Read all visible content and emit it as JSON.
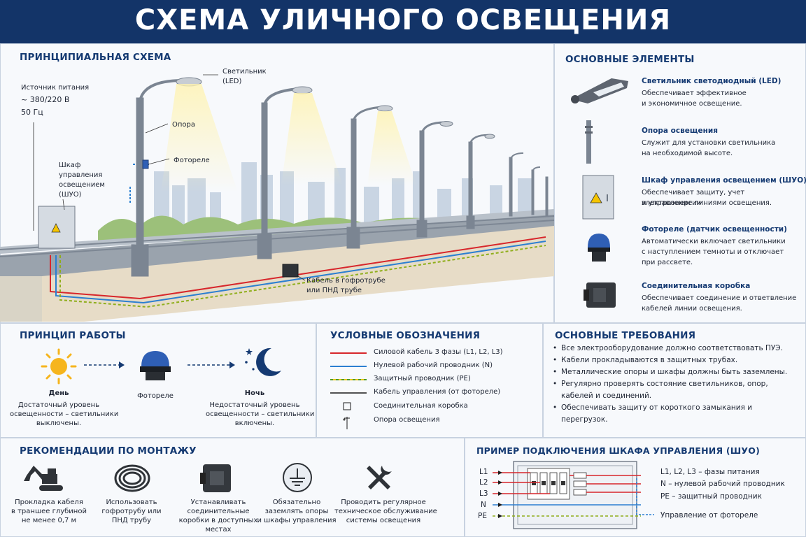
{
  "header": {
    "title": "СХЕМА УЛИЧНОГО ОСВЕЩЕНИЯ"
  },
  "schema": {
    "title": "ПРИНЦИПИАЛЬНАЯ СХЕМА",
    "power_label": "Источник питания",
    "power_voltage": "~ 380/220 В",
    "power_freq": "50 Гц",
    "lamp_label": "Светильник",
    "lamp_label2": "(LED)",
    "pole_label": "Опора",
    "photorelay_label": "Фотореле",
    "cabinet_label": [
      "Шкаф",
      "управления",
      "освещением",
      "(ШУО)"
    ],
    "cable_label": [
      "Кабель в гофротрубе",
      "или ПНД трубе"
    ]
  },
  "elements": {
    "title": "ОСНОВНЫЕ ЭЛЕМЕНТЫ",
    "items": [
      {
        "name": "Светильник светодиодный (LED)",
        "desc": [
          "Обеспечивает эффективное",
          "и экономичное освещение."
        ],
        "icon": "led-lamp-icon"
      },
      {
        "name": "Опора освещения",
        "desc": [
          "Служит для установки светильника",
          "на необходимой высоте."
        ],
        "icon": "pole-icon"
      },
      {
        "name": "Шкаф управления освещением (ШУО)",
        "desc": [
          "Обеспечивает защиту, учет электроэнергии",
          "и управление линиями освещения."
        ],
        "icon": "cabinet-icon"
      },
      {
        "name": "Фотореле (датчик освещенности)",
        "desc": [
          "Автоматически включает светильники",
          "с наступлением темноты и отключает",
          "при рассвете."
        ],
        "icon": "photorelay-icon"
      },
      {
        "name": "Соединительная коробка",
        "desc": [
          "Обеспечивает соединение и ответвление",
          "кабелей линии освещения."
        ],
        "icon": "junction-box-icon"
      }
    ]
  },
  "principle": {
    "title": "ПРИНЦИП РАБОТЫ",
    "day": "День",
    "day_desc": [
      "Достаточный уровень",
      "освещенности – светильники",
      "выключены."
    ],
    "relay": "Фотореле",
    "night": "Ночь",
    "night_desc": [
      "Недостаточный уровень",
      "освещенности – светильники",
      "включены."
    ]
  },
  "legend": {
    "title": "УСЛОВНЫЕ ОБОЗНАЧЕНИЯ",
    "items": [
      {
        "label": "Силовой кабель 3 фазы (L1, L2, L3)",
        "color": "#d7262b",
        "kind": "line"
      },
      {
        "label": "Нулевой рабочий проводник (N)",
        "color": "#2b7fd1",
        "kind": "line"
      },
      {
        "label": "Защитный проводник (PE)",
        "color": "#8fae1b",
        "kind": "pe"
      },
      {
        "label": "Кабель управления (от фотореле)",
        "color": "#1b1b1b",
        "kind": "line"
      },
      {
        "label": "Соединительная коробка",
        "kind": "box"
      },
      {
        "label": "Опора освещения",
        "kind": "pole"
      }
    ]
  },
  "requirements": {
    "title": "ОСНОВНЫЕ ТРЕБОВАНИЯ",
    "items": [
      "Все электрооборудование должно соответствовать ПУЭ.",
      "Кабели прокладываются в защитных трубах.",
      "Металлические опоры и шкафы должны быть заземлены.",
      "Регулярно проверять состояние светильников, опор, кабелей и соединений.",
      "Обеспечивать защиту от короткого замыкания и перегрузок."
    ]
  },
  "mounting": {
    "title": "РЕКОМЕНДАЦИИ ПО МОНТАЖУ",
    "items": [
      {
        "lines": [
          "Прокладка кабеля",
          "в траншее глубиной",
          "не менее 0,7 м"
        ],
        "icon": "excavator-icon"
      },
      {
        "lines": [
          "Использовать",
          "гофротрубу или",
          "ПНД трубу"
        ],
        "icon": "corrugated-pipe-icon"
      },
      {
        "lines": [
          "Устанавливать",
          "соединительные",
          "коробки в доступных",
          "местах"
        ],
        "icon": "junction-box-icon"
      },
      {
        "lines": [
          "Обязательно",
          "заземлять опоры",
          "и шкафы управления"
        ],
        "icon": "ground-icon"
      },
      {
        "lines": [
          "Проводить регулярное",
          "техническое обслуживание",
          "системы освещения"
        ],
        "icon": "tools-icon"
      }
    ]
  },
  "wiring": {
    "title": "ПРИМЕР ПОДКЛЮЧЕНИЯ ШКАФА УПРАВЛЕНИЯ (ШУО)",
    "inputs": [
      "L1",
      "L2",
      "L3",
      "N",
      "PE"
    ],
    "notes": [
      "L1, L2, L3 – фазы питания",
      "N – нулевой рабочий проводник",
      "PE – защитный проводник"
    ],
    "photorelay_control": "Управление от фотореле"
  }
}
